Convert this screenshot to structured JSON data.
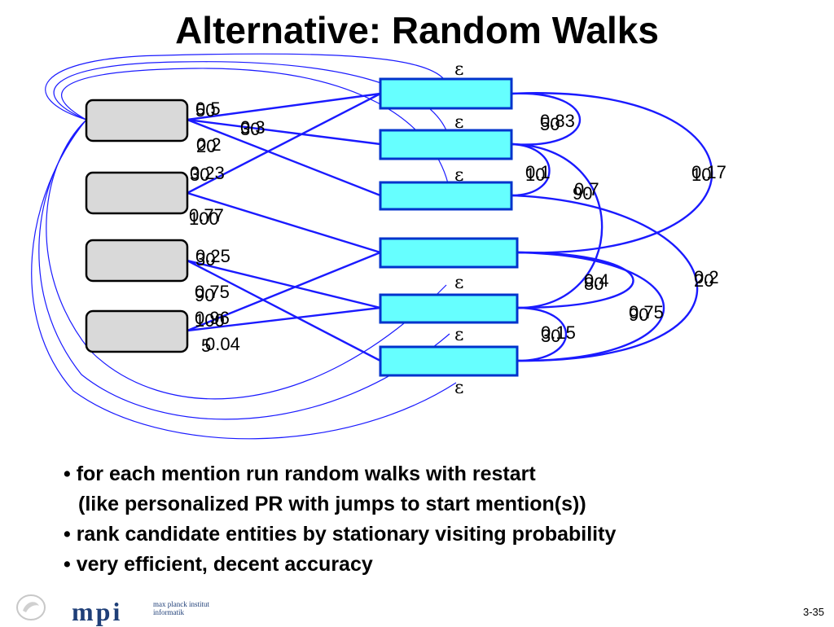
{
  "title": "Alternative: Random Walks",
  "epsilon": "ε",
  "labels": {
    "m1_e1_a": "50",
    "m1_e1_b": "0.5",
    "m1_e3_a": "30",
    "m1_e3_b": "0.3",
    "m1_e2_a": "20",
    "m1_e2_b": "0.2",
    "m2_e1_a": "30",
    "m2_e1_b": "0.23",
    "m2_e4_a": "100",
    "m2_e4_b": "0.77",
    "m3_e4_a": "30",
    "m3_e4_b": "0.25",
    "m3_e6_a": "90",
    "m3_e6_b": "0.75",
    "m4_e5_a": "100",
    "m4_e5_b": "0.96",
    "m4_e3_a": "5",
    "m4_e3_b": "0.04",
    "e1_e2_a": "50",
    "e1_e2_b": "0.83",
    "e2_e3_a": "10",
    "e2_e3_b": "0.1",
    "e2_e5_a": "90",
    "e2_e5_b": "0.7",
    "e1_e4_a": "10",
    "e1_e4_b": "0.17",
    "e4_e5_a": "80",
    "e4_e5_b": "0.4",
    "e3_e6_a": "20",
    "e3_e6_b": "0.2",
    "e4_e6_a": "90",
    "e4_e6_b": "0.75",
    "e5_e6_a": "30",
    "e5_e6_b": "0.15"
  },
  "bullets": [
    "• for each mention run random walks with restart",
    "(like personalized PR with jumps to start mention(s))",
    "• rank candidate entities by stationary visiting probability",
    "• very efficient, decent accuracy"
  ],
  "footer": {
    "logo_text": "mpi",
    "institute_line1": "max planck institut",
    "institute_line2": "informatik",
    "page_number": "3-35"
  },
  "colors": {
    "edge": "#1a1aff",
    "entity_fill": "#66ffff",
    "entity_border": "#0000aa",
    "mention_fill": "#d9d9d9",
    "restart_edge": "#1a1aff"
  }
}
